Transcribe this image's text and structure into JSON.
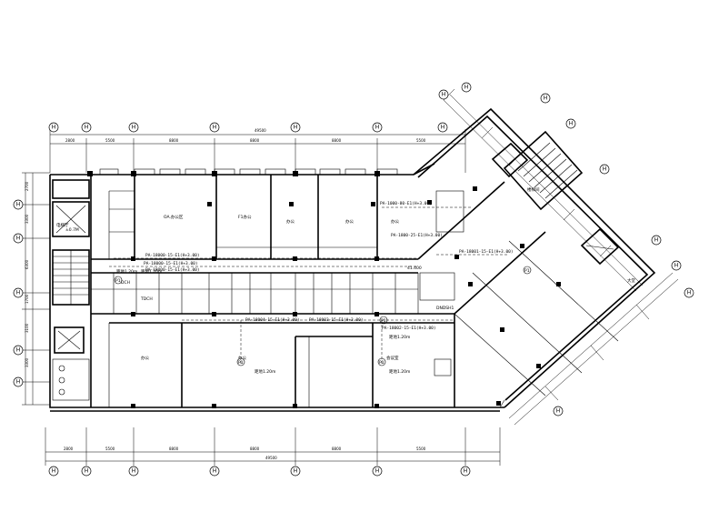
{
  "drawing": {
    "top_overall_dim": "49500",
    "bottom_overall_dim": "49500",
    "top_dims": [
      "2800",
      "5500",
      "8800",
      "8800",
      "8800",
      "5500"
    ],
    "bottom_dims": [
      "2800",
      "5500",
      "8800",
      "8800",
      "8800",
      "5500"
    ],
    "left_dims": [
      "2700",
      "3300",
      "6300",
      "1700",
      "3100",
      "3300"
    ],
    "axis_labels_top": [
      "H",
      "H",
      "H",
      "H",
      "H",
      "H",
      "H"
    ],
    "axis_labels_bottom": [
      "H",
      "H",
      "H",
      "H",
      "H",
      "H",
      "H"
    ],
    "axis_labels_left": [
      "H",
      "H",
      "H",
      "H",
      "H"
    ],
    "axis_labels_diag": [
      "H",
      "H",
      "H",
      "H",
      "H",
      "H",
      "H",
      "H",
      "H"
    ]
  },
  "rooms": {
    "oa_office": "OA.办公区",
    "room_a": "F1办公",
    "room_b": "办公",
    "room_c": "办公",
    "room_d": "办公",
    "large_office_left": "办公",
    "large_office_mid": "办公",
    "large_office_right": "会议室",
    "small_1": "DCH",
    "small_2": "TDCH",
    "dist_room": "DNDSH1",
    "elevator_left": "电梯厅",
    "elevator_note": "±0.7M",
    "stair_right": "楼梯间",
    "lobby_right": "大堂"
  },
  "pipes": {
    "p1": "PA-1000-80-E1(H+3.00)",
    "p2": "PA-18000-15-E1(H+3.00)",
    "p3": "PA-18000-15-E1(H+3.00)",
    "p4": "PA-18000-15-E1(H+3.00)",
    "p5": "PA-18004-15-E1(H+3.00)",
    "p6": "PA-18003-15-E1(H+3.00)",
    "p7": "PA-18002-15-E1(H+3.00)",
    "p8": "PA-18001-15-E1(H+3.00)",
    "p9": "PA-1800-25-E1(H+3.00)"
  },
  "tags": {
    "tag_p": "P1",
    "h1": "距地1.20m",
    "h2": "距地1.20m",
    "h3": "距地1.20m",
    "h4": "距地1.20m",
    "h5": "距地1.20m",
    "level": "41.400"
  }
}
